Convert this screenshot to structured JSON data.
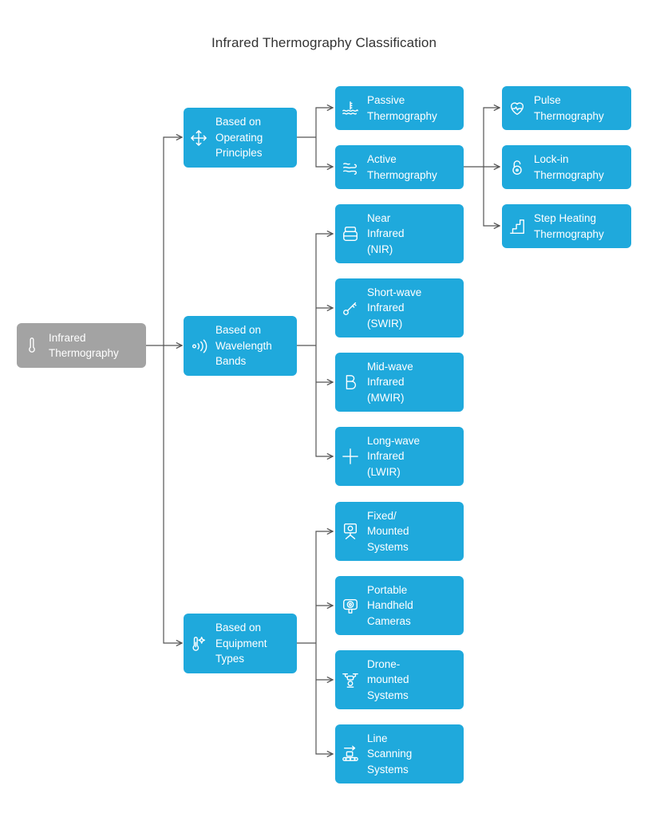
{
  "title": "Infrared Thermography Classification",
  "root": {
    "label": "Infrared\nThermography",
    "icon": "thermometer-icon"
  },
  "categories": [
    {
      "label": "Based on\nOperating\nPrinciples",
      "icon": "move-arrows-icon",
      "children": [
        {
          "label": "Passive\nThermography",
          "icon": "heat-waves-thermometer-icon"
        },
        {
          "label": "Active\nThermography",
          "icon": "heat-flow-icon",
          "children": [
            {
              "label": "Pulse\nThermography",
              "icon": "heart-pulse-icon"
            },
            {
              "label": "Lock-in\nThermography",
              "icon": "unlock-icon"
            },
            {
              "label": "Step Heating\nThermography",
              "icon": "stairs-icon"
            }
          ]
        }
      ]
    },
    {
      "label": "Based on\nWavelength\nBands",
      "icon": "signal-waves-icon",
      "children": [
        {
          "label": "Near\nInfrared\n(NIR)",
          "icon": "layers-box-icon"
        },
        {
          "label": "Short-wave\nInfrared\n(SWIR)",
          "icon": "key-icon"
        },
        {
          "label": "Mid-wave\nInfrared\n(MWIR)",
          "icon": "letter-b-icon"
        },
        {
          "label": "Long-wave\nInfrared\n(LWIR)",
          "icon": "plus-icon"
        }
      ]
    },
    {
      "label": "Based on\nEquipment\nTypes",
      "icon": "thermometer-sparkle-icon",
      "children": [
        {
          "label": "Fixed/\nMounted\nSystems",
          "icon": "mounted-camera-icon"
        },
        {
          "label": "Portable\nHandheld\nCameras",
          "icon": "handheld-camera-icon"
        },
        {
          "label": "Drone-\nmounted\nSystems",
          "icon": "drone-icon"
        },
        {
          "label": "Line\nScanning\nSystems",
          "icon": "conveyor-scanner-icon"
        }
      ]
    }
  ],
  "colors": {
    "root": "#a3a3a3",
    "node": "#1fa9dc",
    "connector": "#555555",
    "text": "#ffffff"
  }
}
